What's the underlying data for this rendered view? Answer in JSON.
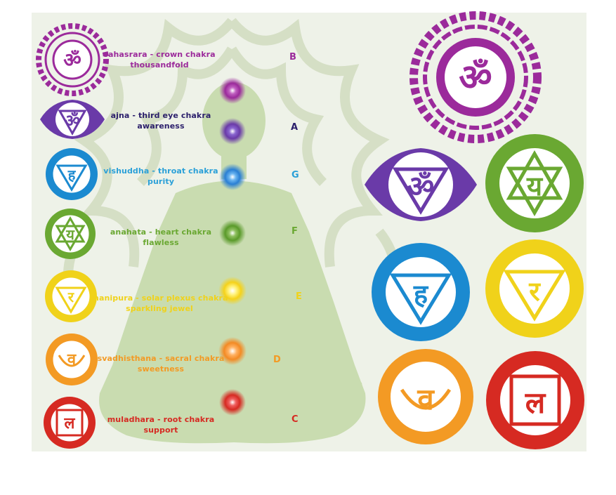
{
  "chakras": [
    {
      "id": "sahasrara",
      "line1": "sahasrara - crown chakra",
      "line2": "thousandfold",
      "note": "B",
      "color": "#9b2a9b"
    },
    {
      "id": "ajna",
      "line1": "ajna - third eye chakra",
      "line2": "awareness",
      "note": "A",
      "color": "#2b1f6b"
    },
    {
      "id": "vishuddha",
      "line1": "vishuddha - throat chakra",
      "line2": "purity",
      "note": "G",
      "color": "#2aa0d8"
    },
    {
      "id": "anahata",
      "line1": "anahata - heart chakra",
      "line2": "flawless",
      "note": "F",
      "color": "#6aa832"
    },
    {
      "id": "manipura",
      "line1": "manipura - solar plexus chakra",
      "line2": "sparkling jewel",
      "note": "E",
      "color": "#f0d21a"
    },
    {
      "id": "svadhisthana",
      "line1": "svadhisthana - sacral chakra",
      "line2": "sweetness",
      "note": "D",
      "color": "#f39a24"
    },
    {
      "id": "muladhara",
      "line1": "muladhara - root chakra",
      "line2": "support",
      "note": "C",
      "color": "#d62a22"
    }
  ],
  "symbol_colors": {
    "crown": "#9b2a9b",
    "third_eye": "#6a3aa8",
    "throat": "#1b8ad0",
    "heart": "#6aa832",
    "solar": "#f0d21a",
    "sacral": "#f39a24",
    "root": "#d62a22"
  },
  "background_color": "#e6ecdc",
  "figure_color": "#c7dbae"
}
